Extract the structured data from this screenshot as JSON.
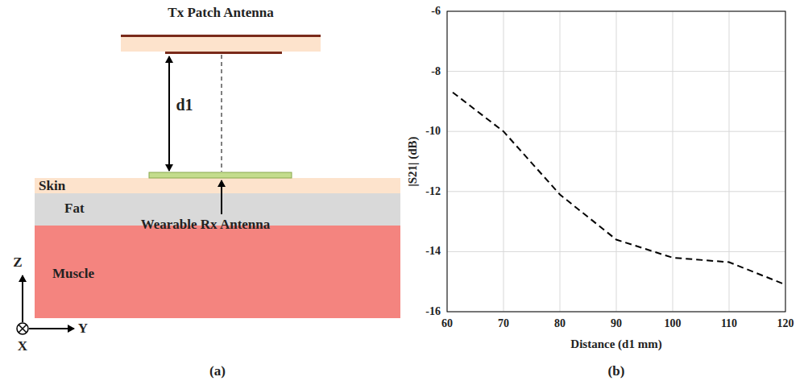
{
  "diagram": {
    "nodes": [
      {
        "text": [
          "Tx Patch Antenna"
        ]
      },
      {
        "text": [
          "Skin"
        ]
      },
      {
        "text": [
          "Fat"
        ]
      },
      {
        "text": [
          "Muscle"
        ]
      }
    ],
    "labels": [
      "d1",
      "Wearable Rx Antenna",
      "Z",
      "Y",
      "X",
      "(a)",
      "-6",
      "-8",
      "-10",
      "-12",
      "-14",
      "-16",
      "60",
      "70",
      "80",
      "90",
      "100",
      "110",
      "120",
      "|S21| (dB)",
      "Distance (d1 mm)",
      "(b)"
    ]
  }
}
